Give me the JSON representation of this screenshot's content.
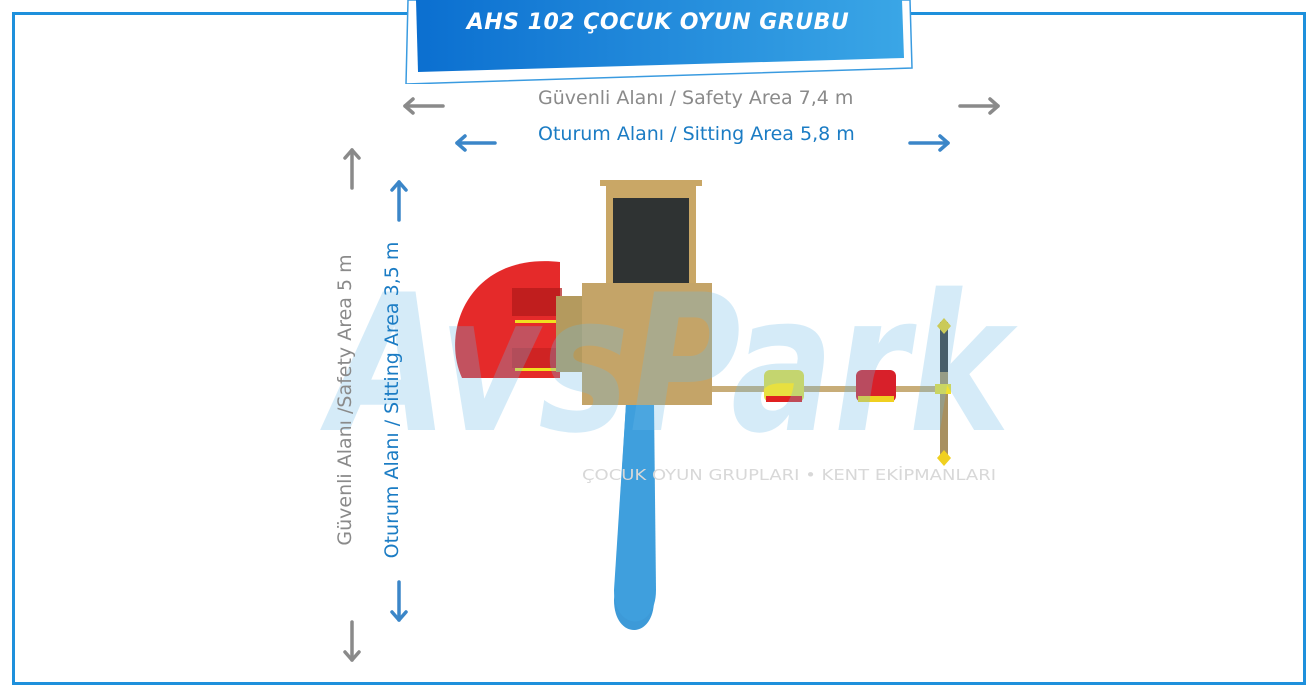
{
  "title": "AHS 102 ÇOCUK OYUN GRUBU",
  "safety_width": "Güvenli Alanı / Safety Area 7,4 m",
  "sitting_width": "Oturum Alanı / Sitting Area 5,8 m",
  "safety_depth": "Güvenli Alanı /Safety Area 5 m",
  "sitting_depth": "Oturum Alanı / Sitting Area 3,5 m",
  "watermark": {
    "brand": "AvsPark",
    "tagline": "ÇOCUK OYUN GRUPLARI • KENT EKİPMANLARI"
  },
  "colors": {
    "frame": "#1e90dc",
    "gray": "#8a8a8a",
    "blue": "#1b7cc4"
  }
}
